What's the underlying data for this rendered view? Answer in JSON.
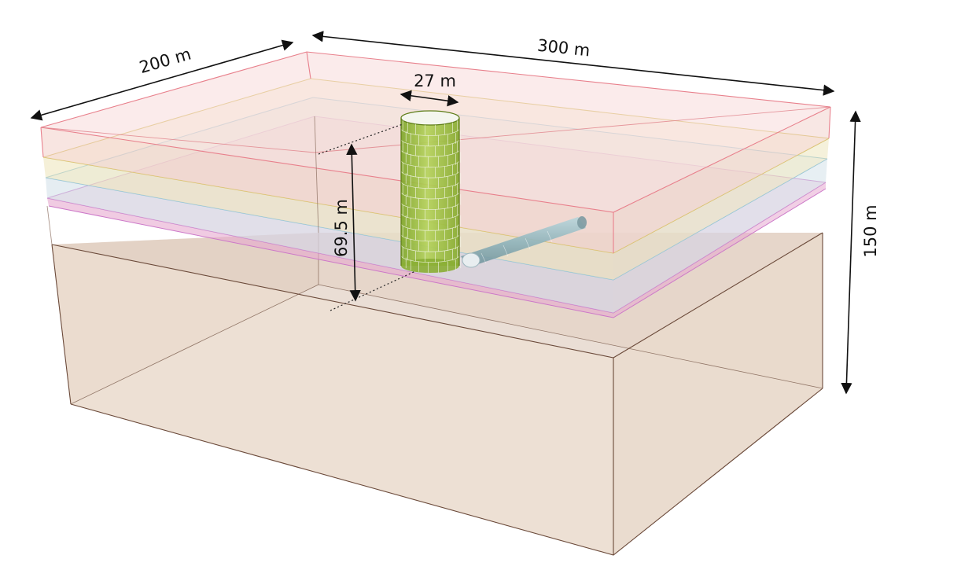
{
  "dimensions": {
    "length": "300 m",
    "width": "200 m",
    "height": "150 m",
    "shaft_diameter": "27 m",
    "shaft_depth": "69.5 m"
  },
  "colors": {
    "layer_1": "#e8808c",
    "layer_2": "#d6c060",
    "layer_3": "#88c0dc",
    "layer_4": "#cc78c8",
    "base": "#c9a68a",
    "edge": "#6b4a3a",
    "shaft": "#9cc23a",
    "tunnel": "#9fc9d4"
  }
}
